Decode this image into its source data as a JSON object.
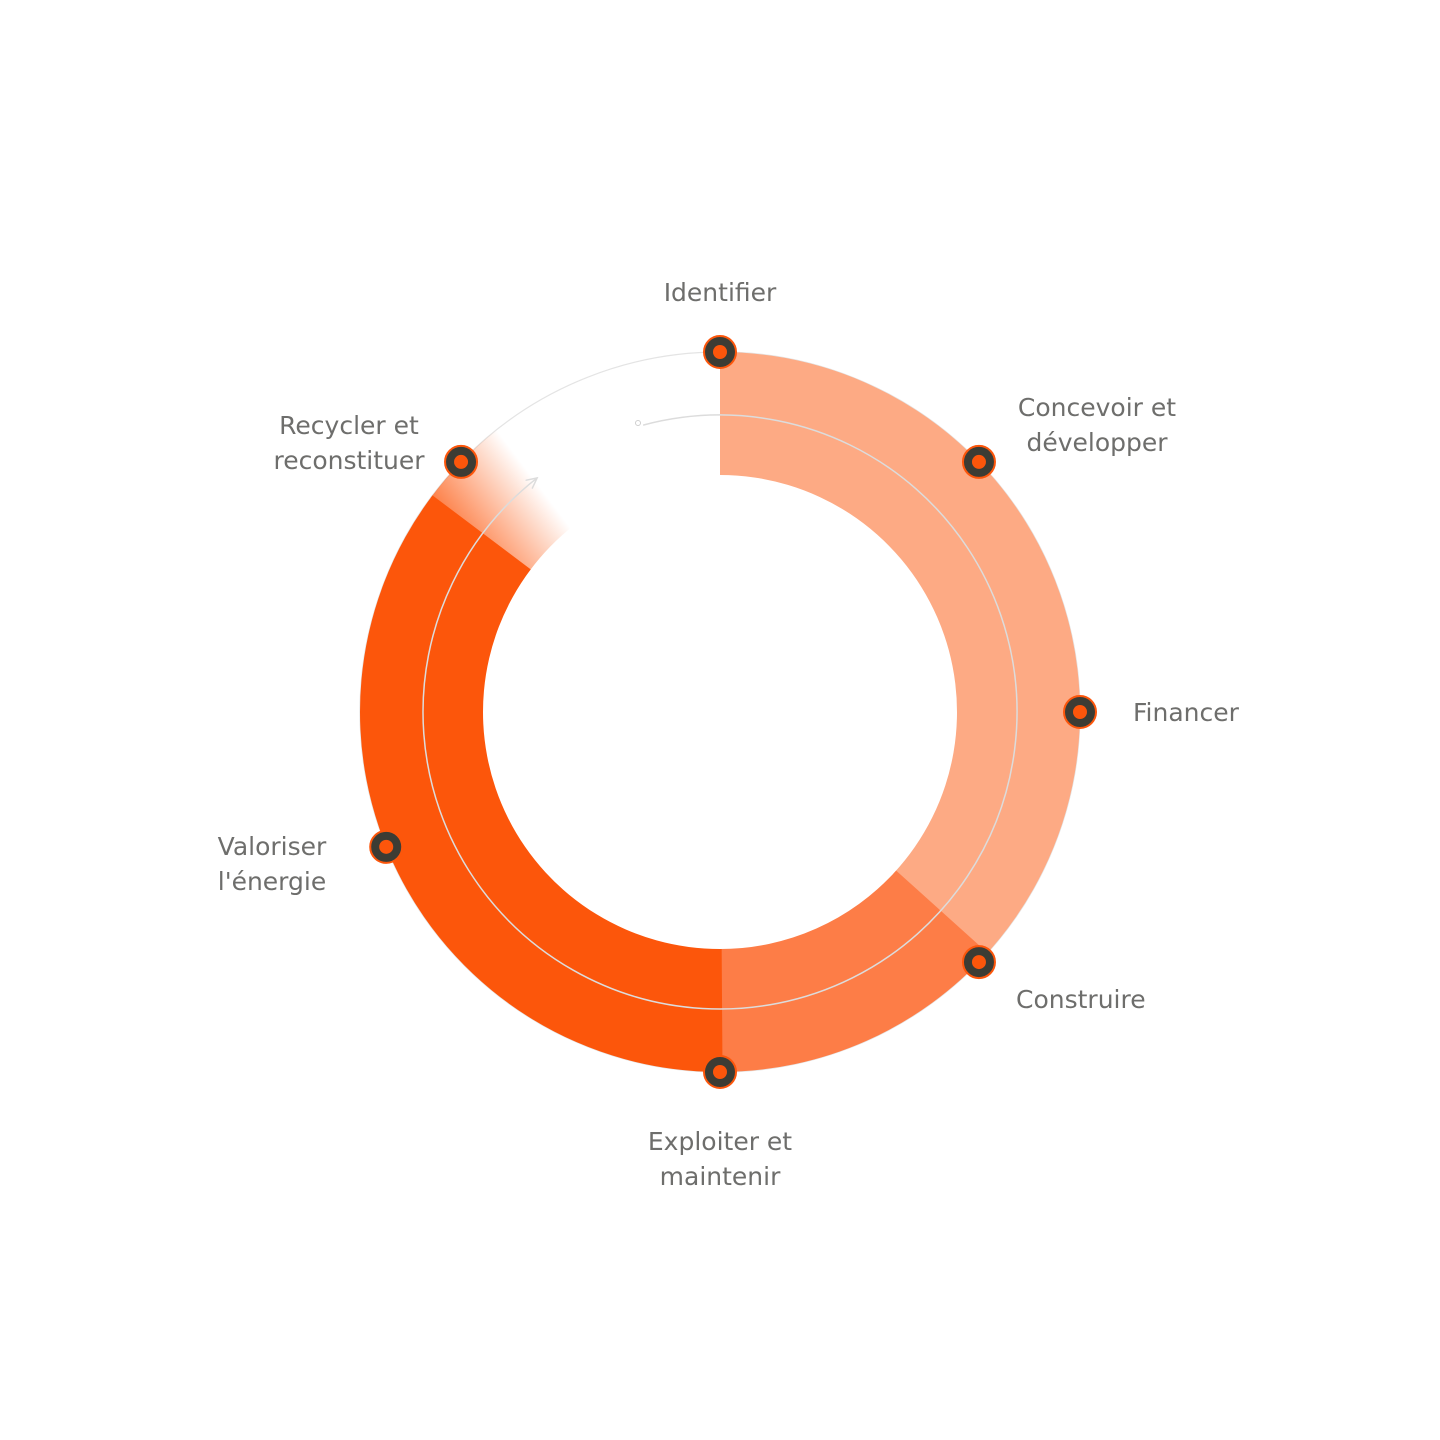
{
  "colors": {
    "light_segment": "#fdaa84",
    "medium_segment": "#fd7d47",
    "dark_segment": "#fc560b",
    "track_line": "#dcdcdc",
    "marker_ring": "#3c3c34",
    "marker_dot": "#fc560b",
    "label_text": "#6e6e6c"
  },
  "steps": [
    {
      "id": "identifier",
      "lines": [
        "Identifier"
      ]
    },
    {
      "id": "concevoir",
      "lines": [
        "Concevoir et",
        "développer"
      ]
    },
    {
      "id": "financer",
      "lines": [
        "Financer"
      ]
    },
    {
      "id": "construire",
      "lines": [
        "Construire"
      ]
    },
    {
      "id": "exploiter",
      "lines": [
        "Exploiter et",
        "maintenir"
      ]
    },
    {
      "id": "valoriser",
      "lines": [
        "Valoriser",
        "l'énergie"
      ]
    },
    {
      "id": "recycler",
      "lines": [
        "Recycler et",
        "reconstituer"
      ]
    }
  ]
}
